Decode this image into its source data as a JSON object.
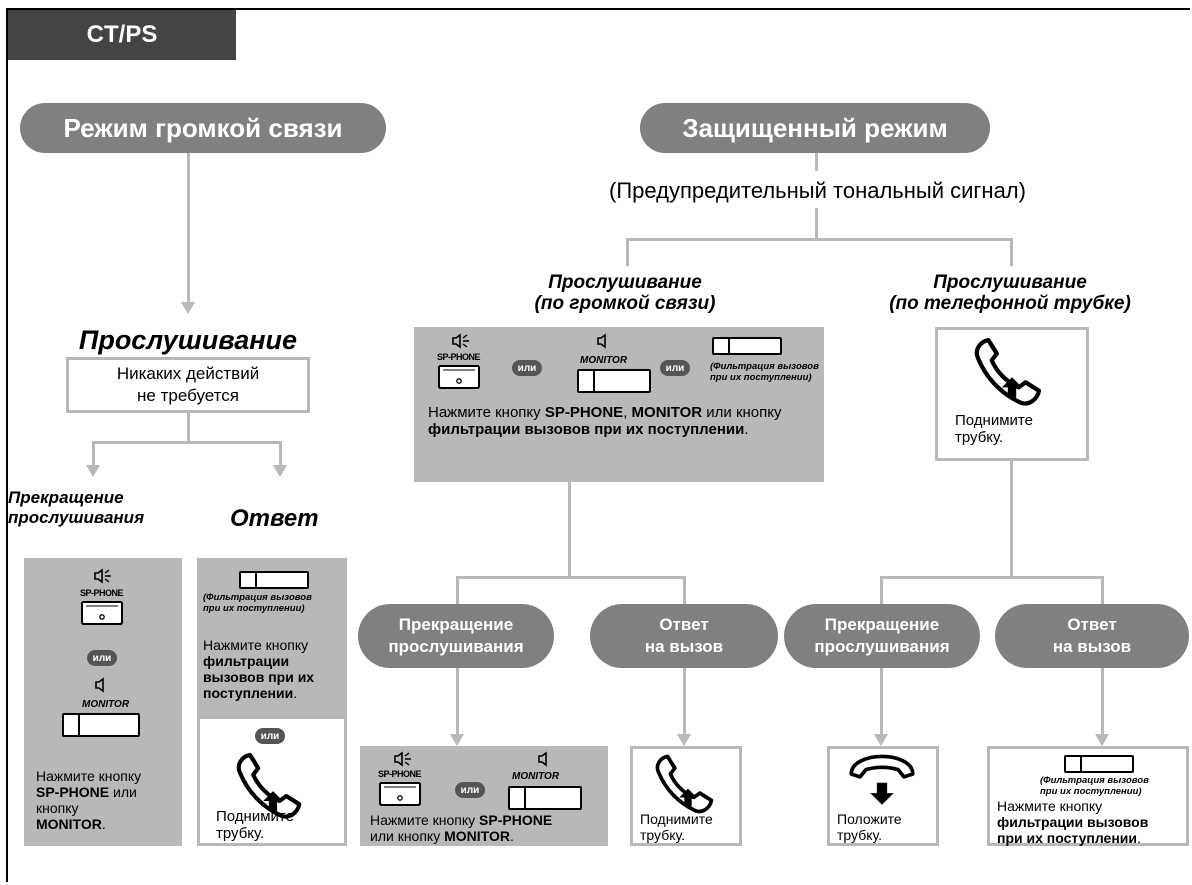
{
  "header": {
    "tab": "CT/PS"
  },
  "left": {
    "mode_title": "Режим громкой связи",
    "listen_title": "Прослушивание",
    "no_action_line1": "Никаких действий",
    "no_action_line2": "не требуется",
    "stop_title_line1": "Прекращение",
    "stop_title_line2": "прослушивания",
    "answer_title": "Ответ",
    "stop_box": {
      "sp_phone_label": "SP-PHONE",
      "or": "или",
      "monitor_label": "MONITOR",
      "text_prefix": "Нажмите кнопку",
      "text_b1": "SP-PHONE",
      "text_mid": "или кнопку",
      "text_b2": "MONITOR",
      "text_end": "."
    },
    "answer_box": {
      "filter_line1": "(Фильтрация вызовов",
      "filter_line2": "при их поступлении)",
      "text_prefix": "Нажмите кнопку",
      "text_bold": "фильтрации вызовов при их поступлении",
      "text_end": ".",
      "or": "или",
      "lift_line1": "Поднимите",
      "lift_line2": "трубку."
    }
  },
  "right": {
    "mode_title": "Защищенный режим",
    "warning_tone": "(Предупредительный тональный сигнал)",
    "speaker_listen_line1": "Прослушивание",
    "speaker_listen_line2": "(по громкой связи)",
    "handset_listen_line1": "Прослушивание",
    "handset_listen_line2": "(по телефонной трубке)",
    "speaker_box": {
      "sp_phone_label": "SP-PHONE",
      "or1": "или",
      "monitor_label": "MONITOR",
      "or2": "или",
      "filter_line1": "(Фильтрация вызовов",
      "filter_line2": "при их поступлении)",
      "text_prefix": "Нажмите кнопку",
      "text_b1": "SP-PHONE",
      "text_sep": ",",
      "text_b2": "MONITOR",
      "text_mid": "или кнопку",
      "text_b3": "фильтрации вызовов при их поступлении",
      "text_end": "."
    },
    "handset_box": {
      "lift_line1": "Поднимите",
      "lift_line2": "трубку."
    },
    "pills": {
      "stop1_line1": "Прекращение",
      "stop1_line2": "прослушивания",
      "answer1_line1": "Ответ",
      "answer1_line2": "на вызов",
      "stop2_line1": "Прекращение",
      "stop2_line2": "прослушивания",
      "answer2_line1": "Ответ",
      "answer2_line2": "на вызов"
    },
    "bottom": {
      "b1_sp_phone": "SP-PHONE",
      "b1_or": "или",
      "b1_monitor": "MONITOR",
      "b1_text_prefix": "Нажмите кнопку",
      "b1_text_b1": "SP-PHONE",
      "b1_text_mid": "или кнопку",
      "b1_text_b2": "MONITOR",
      "b1_text_end": ".",
      "b2_lift_line1": "Поднимите",
      "b2_lift_line2": "трубку.",
      "b3_put_line1": "Положите",
      "b3_put_line2": "трубку.",
      "b4_filter_line1": "(Фильтрация вызовов",
      "b4_filter_line2": "при их поступлении)",
      "b4_text_prefix": "Нажмите кнопку",
      "b4_text_b1": "фильтрации вызовов",
      "b4_text_b2": "при их поступлении",
      "b4_text_end": "."
    }
  }
}
